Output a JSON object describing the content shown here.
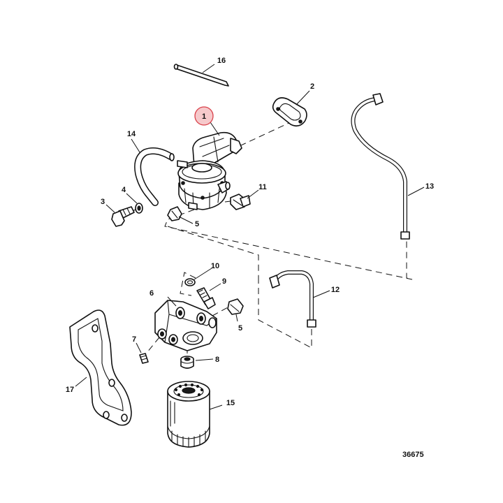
{
  "diagram": {
    "figure_number": "36675",
    "highlighted_callout": "1",
    "highlight_color": "#d9414a",
    "highlight_fill": "#f6c9cb",
    "line_color": "#111111",
    "callouts": {
      "c1": "1",
      "c2": "2",
      "c3": "3",
      "c4": "4",
      "c5a": "5",
      "c5b": "5",
      "c6": "6",
      "c7": "7",
      "c8": "8",
      "c9": "9",
      "c10": "10",
      "c11": "11",
      "c12": "12",
      "c13": "13",
      "c14": "14",
      "c15": "15",
      "c16": "16",
      "c17": "17"
    }
  }
}
